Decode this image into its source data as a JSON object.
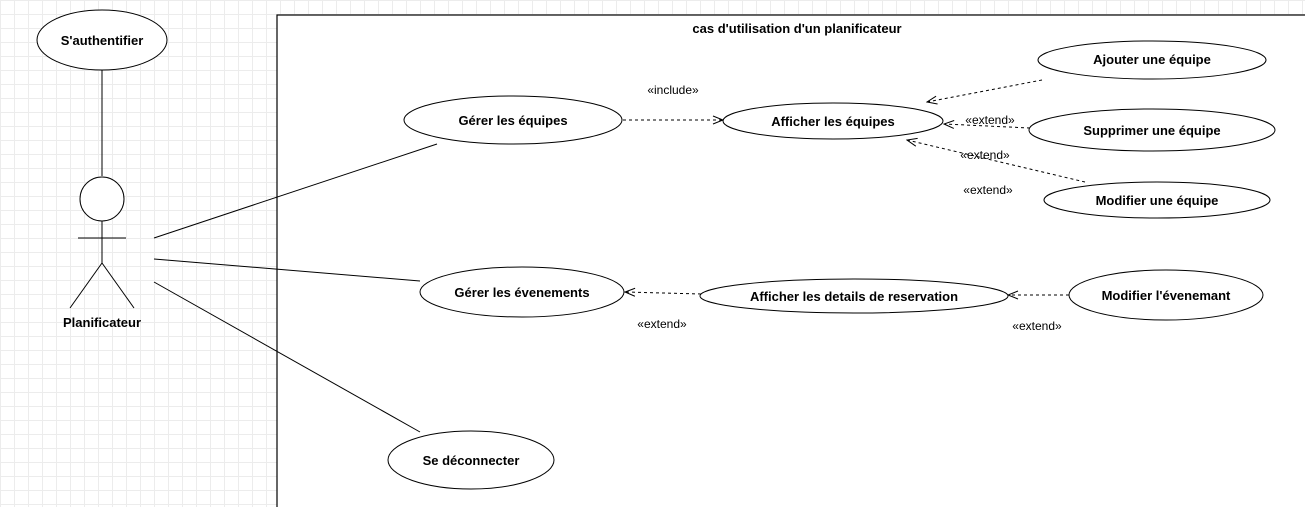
{
  "diagram": {
    "system_title": "cas  d'utilisation  d'un planificateur",
    "actor": {
      "name": "Planificateur"
    },
    "use_cases": {
      "authenticate": "S'authentifier",
      "manage_teams": "Gérer les équipes",
      "show_teams": "Afficher les équipes",
      "add_team": "Ajouter une équipe",
      "delete_team": "Supprimer une équipe",
      "modify_team": "Modifier une équipe",
      "manage_events": "Gérer les évenements",
      "show_reservation": "Afficher les details de reservation",
      "modify_event": "Modifier l'évenemant",
      "logout": "Se déconnecter"
    },
    "relations": {
      "include_teams": "«include»",
      "extend_delete": "«extend»",
      "extend_modify_a": "«extend»",
      "extend_modify_b": "«extend»",
      "extend_events": "«extend»",
      "extend_modify_event": "«extend»"
    }
  }
}
